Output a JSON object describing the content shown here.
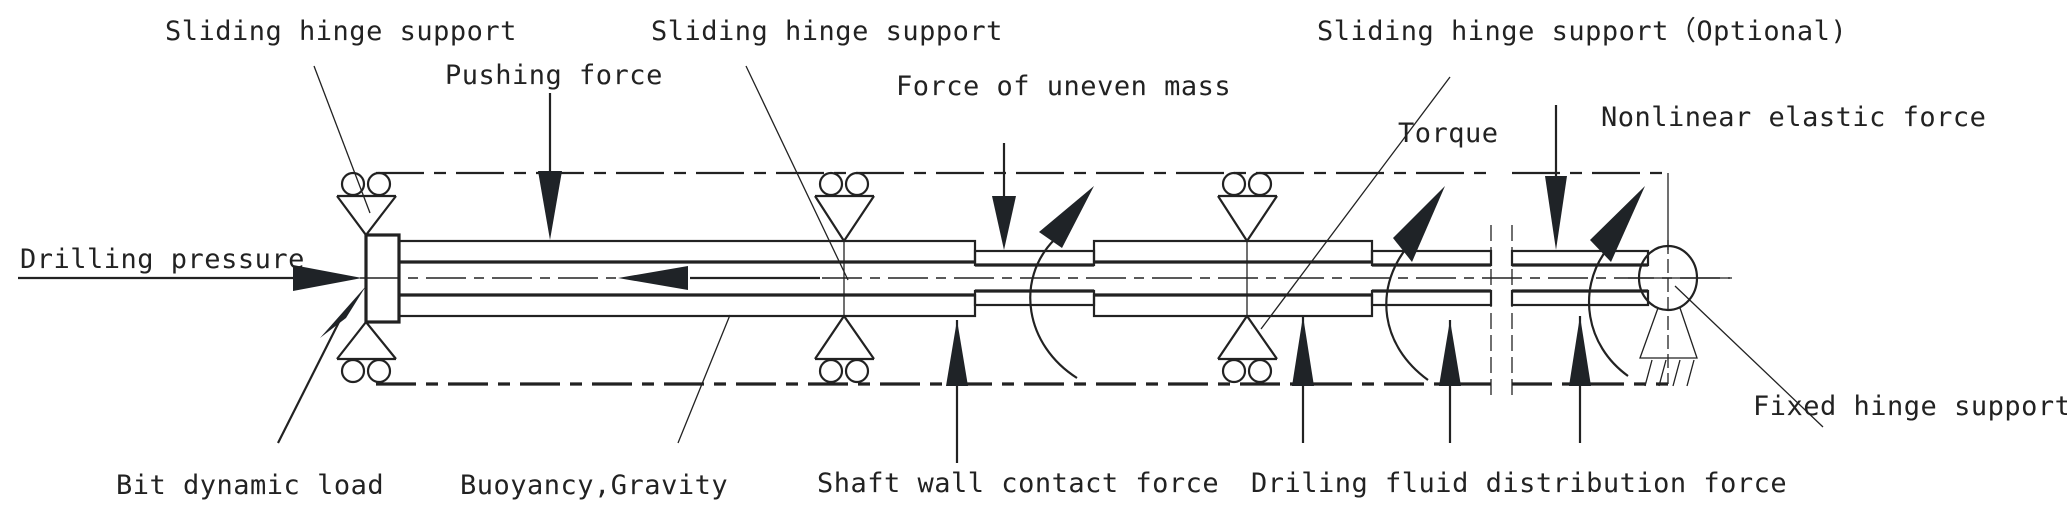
{
  "title": "Drill string mechanical model",
  "labels": {
    "left_support": "Sliding hinge support",
    "middle_support": "Sliding hinge support",
    "right_support": "Sliding hinge support（Optional)",
    "pushing_force": "Pushing force",
    "uneven_mass": "Force of uneven mass",
    "torque": "Torque",
    "nonlinear_elastic": "Nonlinear elastic force",
    "drilling_pressure": "Drilling pressure",
    "fixed_hinge": "Fixed hinge support",
    "bit_dynamic_load": "Bit dynamic load",
    "buoyancy_gravity": "Buoyancy,Gravity",
    "shaft_wall_contact": "Shaft wall contact force",
    "drilling_fluid": "Driling fluid distribution force"
  },
  "colors": {
    "ink": "#222222",
    "arrow_fill": "#1f2327",
    "background": "#ffffff"
  }
}
